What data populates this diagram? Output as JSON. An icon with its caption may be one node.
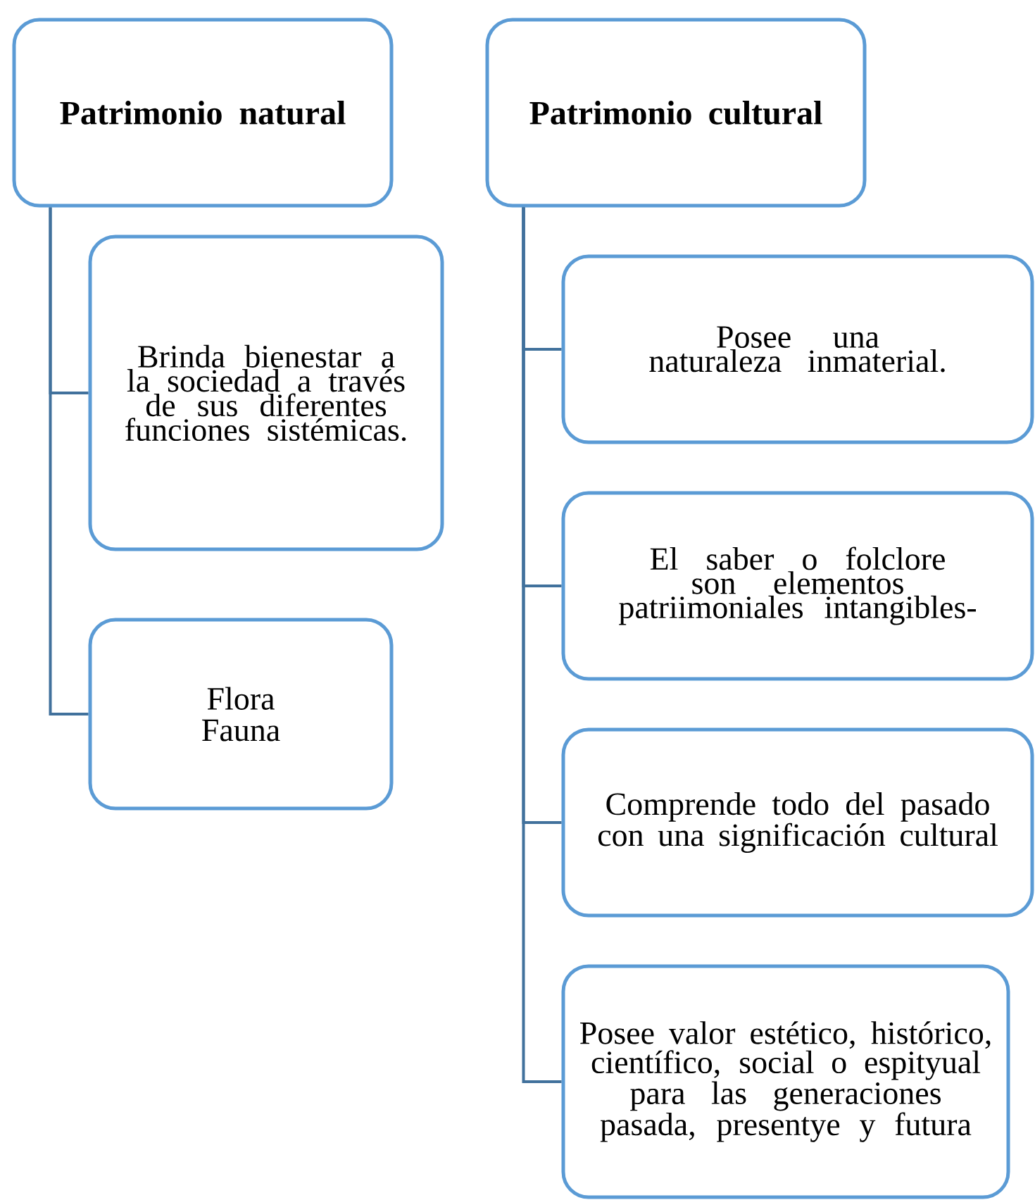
{
  "diagram": {
    "nodes": [
      {
        "text": [
          "Patrimonio natural"
        ]
      },
      {
        "text": [
          "Brinda bienestar a la sociedad a través de sus diferentes funciones sistémicas."
        ]
      },
      {
        "text": [
          "Flora",
          "Fauna"
        ]
      },
      {
        "text": [
          "Patrimonio cultural"
        ]
      },
      {
        "text": [
          "Posee una naturaleza inmaterial."
        ]
      },
      {
        "text": [
          "El saber o folclore son elementos patriimoniales intangibles-"
        ]
      },
      {
        "text": [
          "Comprende todo del pasado con una significación cultural"
        ]
      },
      {
        "text": [
          "Posee valor estético, histórico, científico, social o espityual para las generaciones pasada, presentye y futura"
        ]
      }
    ],
    "edges": [
      {
        "from": 0,
        "to": 1,
        "arrow": "none"
      },
      {
        "from": 0,
        "to": 2,
        "arrow": "none"
      },
      {
        "from": 3,
        "to": 4,
        "arrow": "none"
      },
      {
        "from": 3,
        "to": 5,
        "arrow": "none"
      },
      {
        "from": 3,
        "to": 6,
        "arrow": "none"
      },
      {
        "from": 3,
        "to": 7,
        "arrow": "none"
      }
    ]
  }
}
